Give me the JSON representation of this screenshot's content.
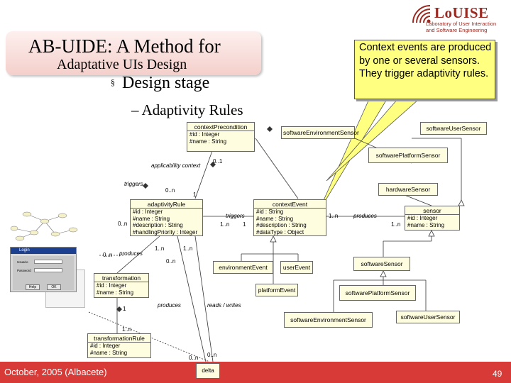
{
  "title": {
    "line1": "AB-UIDE: A Method for",
    "line2": "Adaptative UIs Design"
  },
  "bullets": {
    "level1": "Design stage",
    "level1_mark": "§",
    "level2": "– Adaptivity Rules"
  },
  "logo": {
    "name": "LoUISE",
    "sub1": "Laboratory of User Interaction",
    "sub2": "and Software Engineering",
    "icon": "wifi-wave-icon"
  },
  "callout": {
    "text": "Context events are produced by one or several sensors. They trigger adaptivity rules."
  },
  "uml": {
    "contextPrecondition": {
      "name": "contextPrecondition",
      "attrs": [
        "#id : Integer",
        "#name : String"
      ]
    },
    "adaptivityRule": {
      "name": "adaptivityRule",
      "attrs": [
        "#id : Integer",
        "#name : String",
        "#description : String",
        "#handlingPriority : Integer"
      ]
    },
    "contextEvent": {
      "name": "contextEvent",
      "attrs": [
        "#id : String",
        "#name : String",
        "#description : String",
        "#dataType : Object"
      ]
    },
    "sensor": {
      "name": "sensor",
      "attrs": [
        "#id : Integer",
        "#name : String"
      ]
    },
    "transformation": {
      "name": "transformation",
      "attrs": [
        "#id : Integer",
        "#name : String"
      ]
    },
    "transformationRule": {
      "name": "transformationRule",
      "attrs": [
        "#id : Integer",
        "#name : String"
      ]
    },
    "softwareEnvironmentSensorTop": "softwareEnvironmentSensor",
    "softwareUserSensor": "softwareUserSensor",
    "softwarePlatformSensor": "softwarePlatformSensor",
    "hardwareSensor": "hardwareSensor",
    "softwareSensor": "softwareSensor",
    "environmentEvent": "environmentEvent",
    "userEvent": "userEvent",
    "platformEvent": "platformEvent",
    "softwarePlatformSensor2": "softwarePlatformSensor",
    "softwareEnvironmentSensor2": "softwareEnvironmentSensor",
    "softwareUserSensor2": "softwareUserSensor",
    "delta": "delta"
  },
  "assoc_labels": {
    "applicability_context": "applicability context",
    "triggers1": "triggers",
    "triggers2": "triggers",
    "produces1": "produces",
    "produces2": "produces",
    "produces3": "produces",
    "reads_writes": "reads / writes"
  },
  "multiplicities": {
    "m01a": "0..1",
    "m0n_a": "0..n",
    "m1a": "1",
    "m0n_b": "0..n",
    "m1n_a": "1..n",
    "m1b": "1",
    "m1n_b": "1..n",
    "m1n_c": "1..n",
    "m0n_c": "0..n",
    "m1n_d": "1..n",
    "m1n_e": "1..n",
    "m0n_d": "0..n",
    "m1c": "1",
    "m1n_f": "1..n",
    "m0n_e": "0..n",
    "m0n_f": "0..n"
  },
  "thumbnail": {
    "window_title": "Login",
    "field1": "Usuario",
    "field2": "Password",
    "btn_help": "Help",
    "btn_ok": "OK"
  },
  "footer": {
    "date": "October, 2005 (Albacete)",
    "page": "49"
  },
  "colors": {
    "footer": "#d83a38",
    "callout": "#ffff80",
    "banner": "#f4cfcb",
    "uml_fill": "#fffde0",
    "logo": "#9a2a22"
  }
}
